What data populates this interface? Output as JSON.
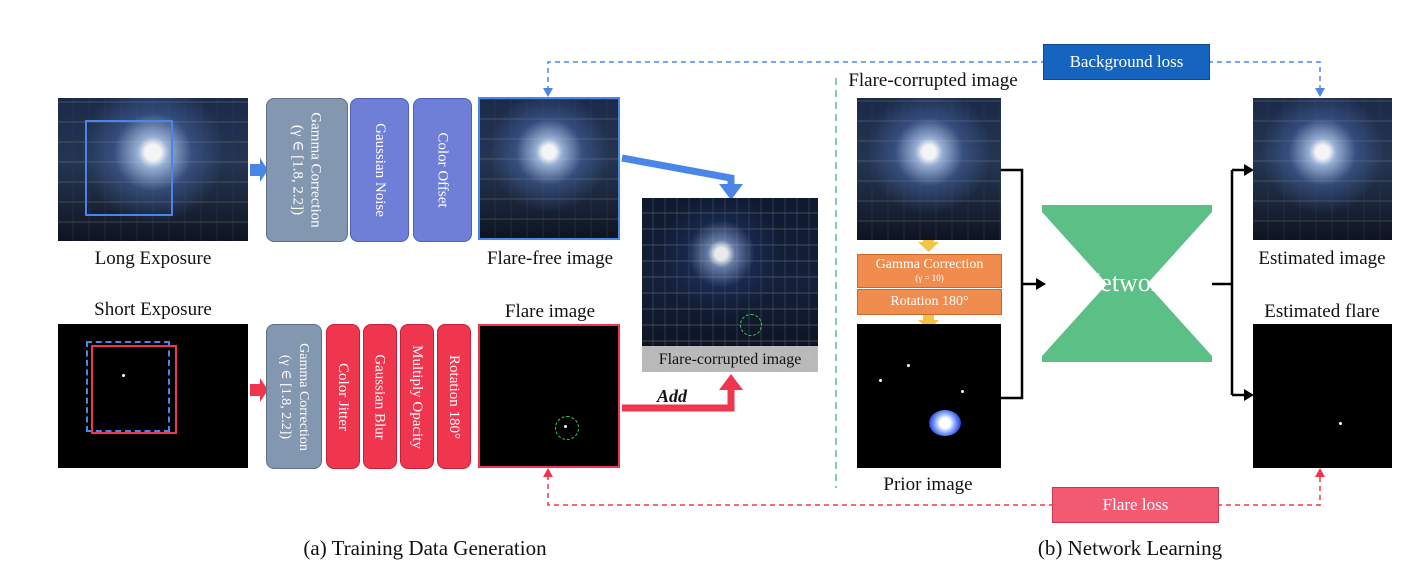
{
  "left": {
    "long_exposure": "Long Exposure",
    "short_exposure": "Short Exposure",
    "flare_free_image": "Flare-free image",
    "flare_image": "Flare image",
    "flare_corrupted_image": "Flare-corrupted image",
    "add": "Add",
    "top_ops": [
      {
        "label": "Gamma Correction\n(γ ∈ [1.8, 2.2])",
        "color": "#8497b0"
      },
      {
        "label": "Gaussian Noise",
        "color": "#6f7fd8"
      },
      {
        "label": "Color Offset",
        "color": "#6f7fd8"
      }
    ],
    "bottom_ops": [
      {
        "label": "Gamma Correction\n(γ ∈ [1.8, 2.2])",
        "color": "#8497b0"
      },
      {
        "label": "Color Jitter",
        "color": "#f0364f"
      },
      {
        "label": "Gaussian Blur",
        "color": "#f0364f"
      },
      {
        "label": "Multiply Opacity",
        "color": "#f0364f"
      },
      {
        "label": "Rotation 180°",
        "color": "#f0364f"
      }
    ],
    "caption": "(a) Training Data Generation"
  },
  "right": {
    "flare_corrupted_image": "Flare-corrupted image",
    "gamma_correction": "Gamma Correction",
    "gamma_value": "(γ = 10)",
    "rotation": "Rotation 180°",
    "prior_image": "Prior image",
    "network": "Network",
    "estimated_image": "Estimated image",
    "estimated_flare": "Estimated flare",
    "caption": "(b) Network Learning"
  },
  "losses": {
    "background": "Background loss",
    "flare": "Flare loss"
  },
  "colors": {
    "blue_arrow": "#4a86e8",
    "red_arrow": "#f0364f",
    "network": "#5cbf86",
    "background_loss": "#1565c0",
    "flare_loss": "#f25a72",
    "divider": "#5cbf86"
  }
}
